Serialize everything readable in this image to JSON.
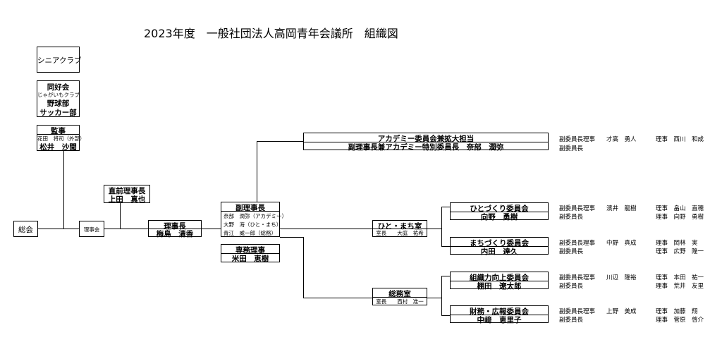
{
  "title": "2023年度　一般社団法人高岡青年会議所　組織図",
  "senior": "シニアクラブ",
  "club": {
    "name": "同好会",
    "sub": "じゃがいもクラブ",
    "a": "野球部",
    "b": "サッカー部"
  },
  "auditor": {
    "title": "監事",
    "note": "花田　将司（外部）",
    "name": "松井　沙聞"
  },
  "soukai": "総会",
  "rijikai": "理事会",
  "prev": {
    "title": "直前理事長",
    "name": "上田　真也"
  },
  "president": {
    "title": "理事長",
    "name": "梅島　清香"
  },
  "vp": {
    "title": "副理事長",
    "m1": "奈部　潤弥（アカデミー）",
    "m2": "大野　海（ひと・まち）",
    "m3": "青江　威一郎（総務）"
  },
  "exec": {
    "title": "専務理事",
    "name": "米田　恵樹"
  },
  "academy": {
    "title": "アカデミー委員会兼拡大担当",
    "name": "副理事長兼アカデミー特別委員長　奈部　潤弥",
    "r1a": "副委員長理事",
    "r1b": "才高　勇人",
    "r1c": "理事　西川　和成",
    "r2": "副委員長"
  },
  "hitomachi": {
    "title": "ひと・まち室",
    "sub": "室長　　大庭　祐希"
  },
  "soumu": {
    "title": "総務室",
    "sub": "室長　　西村　准一"
  },
  "committees": [
    {
      "title": "ひとづくり委員会",
      "chair": "向野　勇樹",
      "vice_label": "副委員長理事",
      "vice": "濱井　龍樹",
      "d1": "理事　畠山　直穂",
      "d2": "理事　向野　勇樹",
      "vice2": "副委員長"
    },
    {
      "title": "まちづくり委員会",
      "chair": "内田　達久",
      "vice_label": "副委員長理事",
      "vice": "中野　真成",
      "d1": "理事　岡林　実",
      "d2": "理事　広野　隆一",
      "vice2": "副委員長"
    },
    {
      "title": "組織力向上委員会",
      "chair": "棚田　遼太郎",
      "vice_label": "副委員長理事",
      "vice": "川辺　隆裕",
      "d1": "理事　本田　祐一",
      "d2": "理事　荒井　友里",
      "vice2": "副委員長"
    },
    {
      "title": "財務・広報委員会",
      "chair": "中﨑　恵里子",
      "vice_label": "副委員長理事",
      "vice": "上野　美成",
      "d1": "理事　加藤　翔",
      "d2": "理事　菅原　啓介",
      "vice2": "副委員長"
    }
  ]
}
